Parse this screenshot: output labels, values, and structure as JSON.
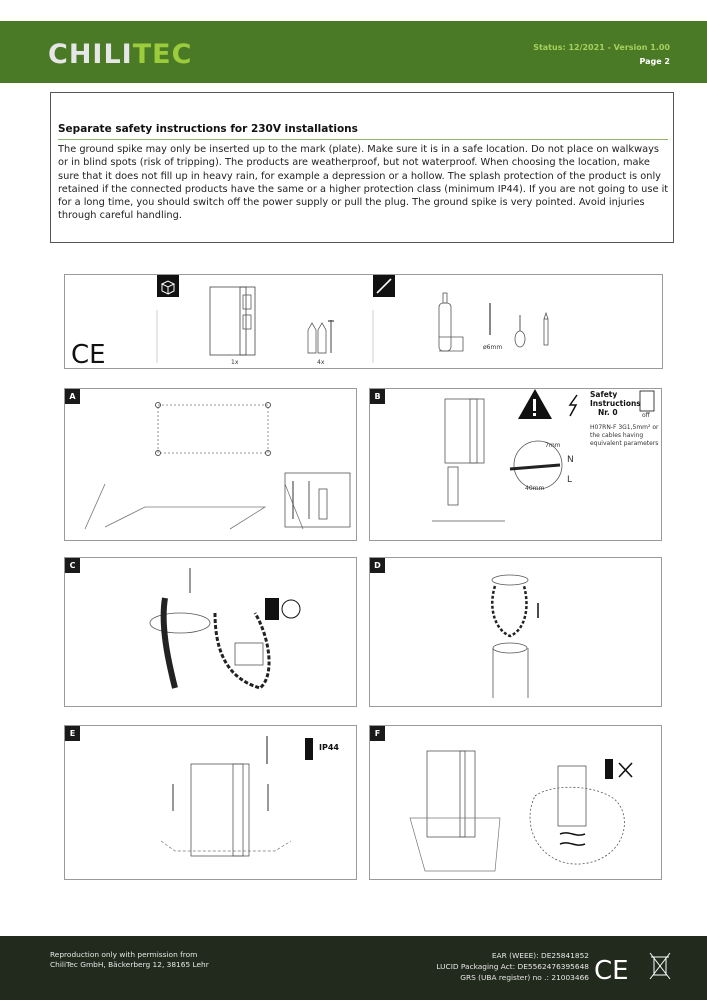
{
  "header": {
    "logo_main": "CHILI",
    "logo_accent": "TEC",
    "status": "Status: 12/2021 - Version 1.00",
    "page": "Page 2"
  },
  "safety": {
    "title": "Separate safety instructions for 230V installations",
    "body": "The ground spike may only be inserted up to the mark (plate). Make sure it is in a safe location. Do not place on walkways or in blind spots (risk of tripping). The products are weatherproof, but not waterproof. When choosing the location, make sure that it does not fill up in heavy rain, for example a depression or a hollow. The splash protection of the product is only retained if the connected products have the same or a higher protection class (minimum IP44). If you are not going to use it for a long time, you should switch off the power supply or pull the plug. The ground spike is very pointed. Avoid injuries through careful handling."
  },
  "overview": {
    "ce_mark": "CE",
    "qty_box": "1x",
    "qty_screws": "4x",
    "drill_size": "ø6mm"
  },
  "panels": {
    "a": "A",
    "b": "B",
    "c": "C",
    "d": "D",
    "e": "E",
    "f": "F"
  },
  "panel_b": {
    "safety_line1": "Safety",
    "safety_line2": "Instructions",
    "safety_line3": "Nr. 0",
    "off_label": "off",
    "cable_line1": "H07RN-F 3G1,5mm² or",
    "cable_line2": "the cables having",
    "cable_line3": "equivalent parameters",
    "strip_short": "7mm",
    "strip_long": "40mm",
    "neutral": "N",
    "live": "L"
  },
  "panel_e": {
    "ip_rating": "IP44"
  },
  "footer": {
    "line1": "Reproduction only with permission from",
    "line2": "ChiliTec GmbH, Bäckerberg 12, 38165 Lehr",
    "weee": "EAR (WEEE): DE25841852",
    "lucid": "LUCID Packaging Act: DE5562476395648",
    "grs": "GRS (UBA register) no .: 21003466",
    "ce_mark": "CE"
  }
}
